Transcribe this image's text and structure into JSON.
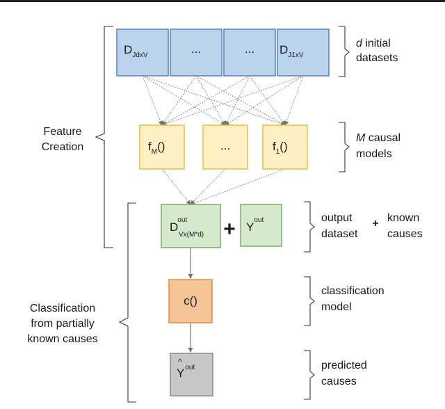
{
  "colors": {
    "dataset_fill": "#bcd3ee",
    "dataset_stroke": "#5b86c4",
    "model_fill": "#fdf1c4",
    "model_stroke": "#e7c24b",
    "output_fill": "#d5e9cd",
    "output_stroke": "#7fb46b",
    "classifier_fill": "#f6c596",
    "classifier_stroke": "#e1924a",
    "predicted_fill": "#c7c7c7",
    "predicted_stroke": "#8f8f8f",
    "plus_color": "#b5b5b5",
    "line_color": "#777777"
  },
  "datasets": [
    {
      "base": "D",
      "sub": "JdxV"
    },
    {
      "text": "..."
    },
    {
      "text": "..."
    },
    {
      "base": "D",
      "sub": "J1xV"
    }
  ],
  "models": [
    {
      "base": "f",
      "sub": "M",
      "suffix": "()"
    },
    {
      "text": "..."
    },
    {
      "base": "f",
      "sub": "1",
      "suffix": "()"
    }
  ],
  "output_dataset": {
    "base": "D",
    "sup": "out",
    "sub": "Vx(M*d)"
  },
  "plus_sign": "+",
  "known_y": {
    "base": "Y",
    "sup": "out"
  },
  "classifier": {
    "text": "c()"
  },
  "predicted": {
    "hat": "^",
    "base": "Y",
    "sup": "out"
  },
  "left_labels": {
    "feature_creation": [
      "Feature",
      "Creation"
    ],
    "classification": [
      "Classification",
      "from partially",
      "known causes"
    ]
  },
  "right_labels": {
    "datasets": {
      "em": "d",
      "rest": " initial",
      "line2": "datasets"
    },
    "models": {
      "em": "M",
      "rest": " causal",
      "line2": "models"
    },
    "output": {
      "line1": "output",
      "line2": "dataset",
      "plus": "+",
      "known1": "known",
      "known2": "causes"
    },
    "classification": {
      "line1": "classification",
      "line2": "model"
    },
    "predicted": {
      "line1": "predicted",
      "line2": "causes"
    }
  }
}
